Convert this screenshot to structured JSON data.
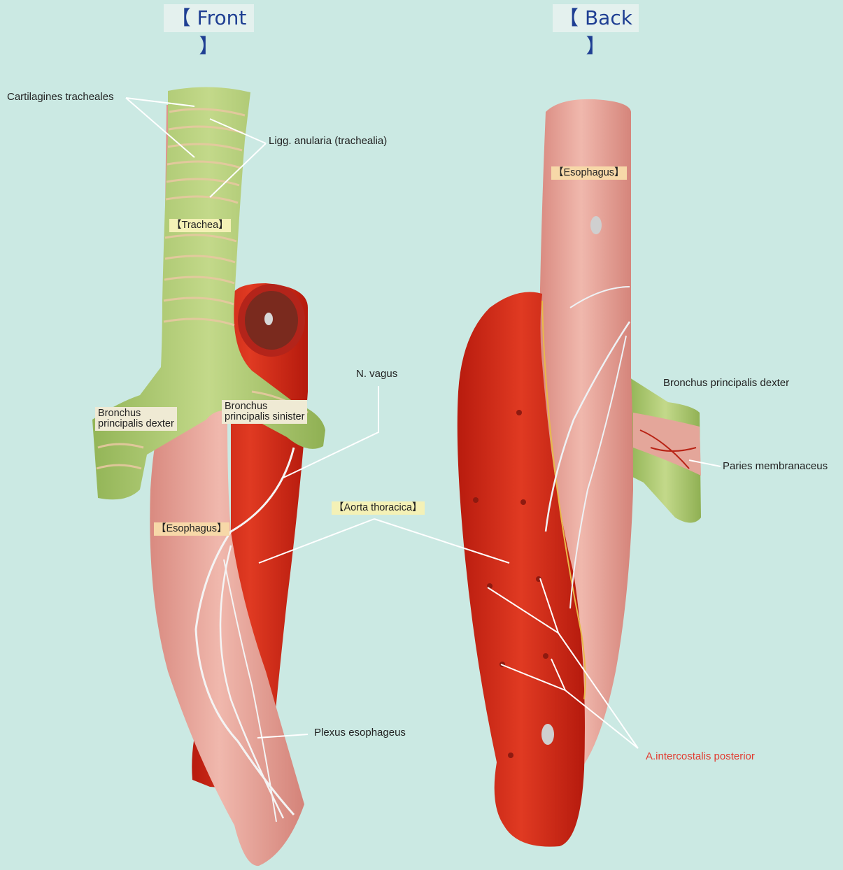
{
  "views": {
    "front": {
      "title": "【 Front 】"
    },
    "back": {
      "title": "【 Back 】"
    }
  },
  "front_labels": {
    "cartilagines": "Cartilagines tracheales",
    "ligg": "Ligg.  anularia (trachealia)",
    "trachea": "【Trachea】",
    "bronchus_dexter_l1": "Bronchus",
    "bronchus_dexter_l2": "principalis dexter",
    "bronchus_sinister_l1": "Bronchus",
    "bronchus_sinister_l2": "principalis sinister",
    "n_vagus": "N. vagus",
    "esophagus": "【Esophagus】",
    "aorta_thoracica": "【Aorta thoracica】",
    "plexus": "Plexus esophageus"
  },
  "back_labels": {
    "esophagus": "【Esophagus】",
    "bronchus_dexter": "Bronchus principalis dexter",
    "paries": "Paries membranaceus",
    "a_intercostalis": "A.intercostalis posterior"
  },
  "colors": {
    "background": "#cbe9e3",
    "title_text": "#1f3f93",
    "trachea_green": "#a9c86a",
    "esophagus_pink": "#e5a49a",
    "aorta_red": "#d42a18",
    "leader_line": "#ffffff",
    "highlight_label": "#e23a2f"
  }
}
